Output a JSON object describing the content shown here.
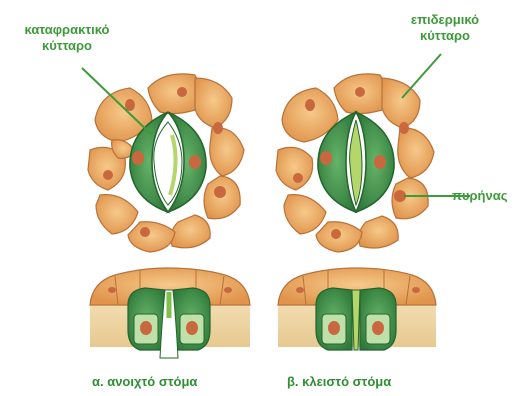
{
  "labels": {
    "guard_cell_line1": "καταφρακτικό",
    "guard_cell_line2": "κύτταρο",
    "epidermal_cell_line1": "επιδερμικό",
    "epidermal_cell_line2": "κύτταρο",
    "nucleus": "πυρήνας"
  },
  "captions": {
    "open": "α. ανοιχτό στόμα",
    "closed": "β. κλειστό στόμα"
  },
  "colors": {
    "label_green": "#3e9a3a",
    "epidermal_orange": "#e9a45e",
    "guard_green": "#4f9a55",
    "nucleus_red": "#c9683e"
  }
}
